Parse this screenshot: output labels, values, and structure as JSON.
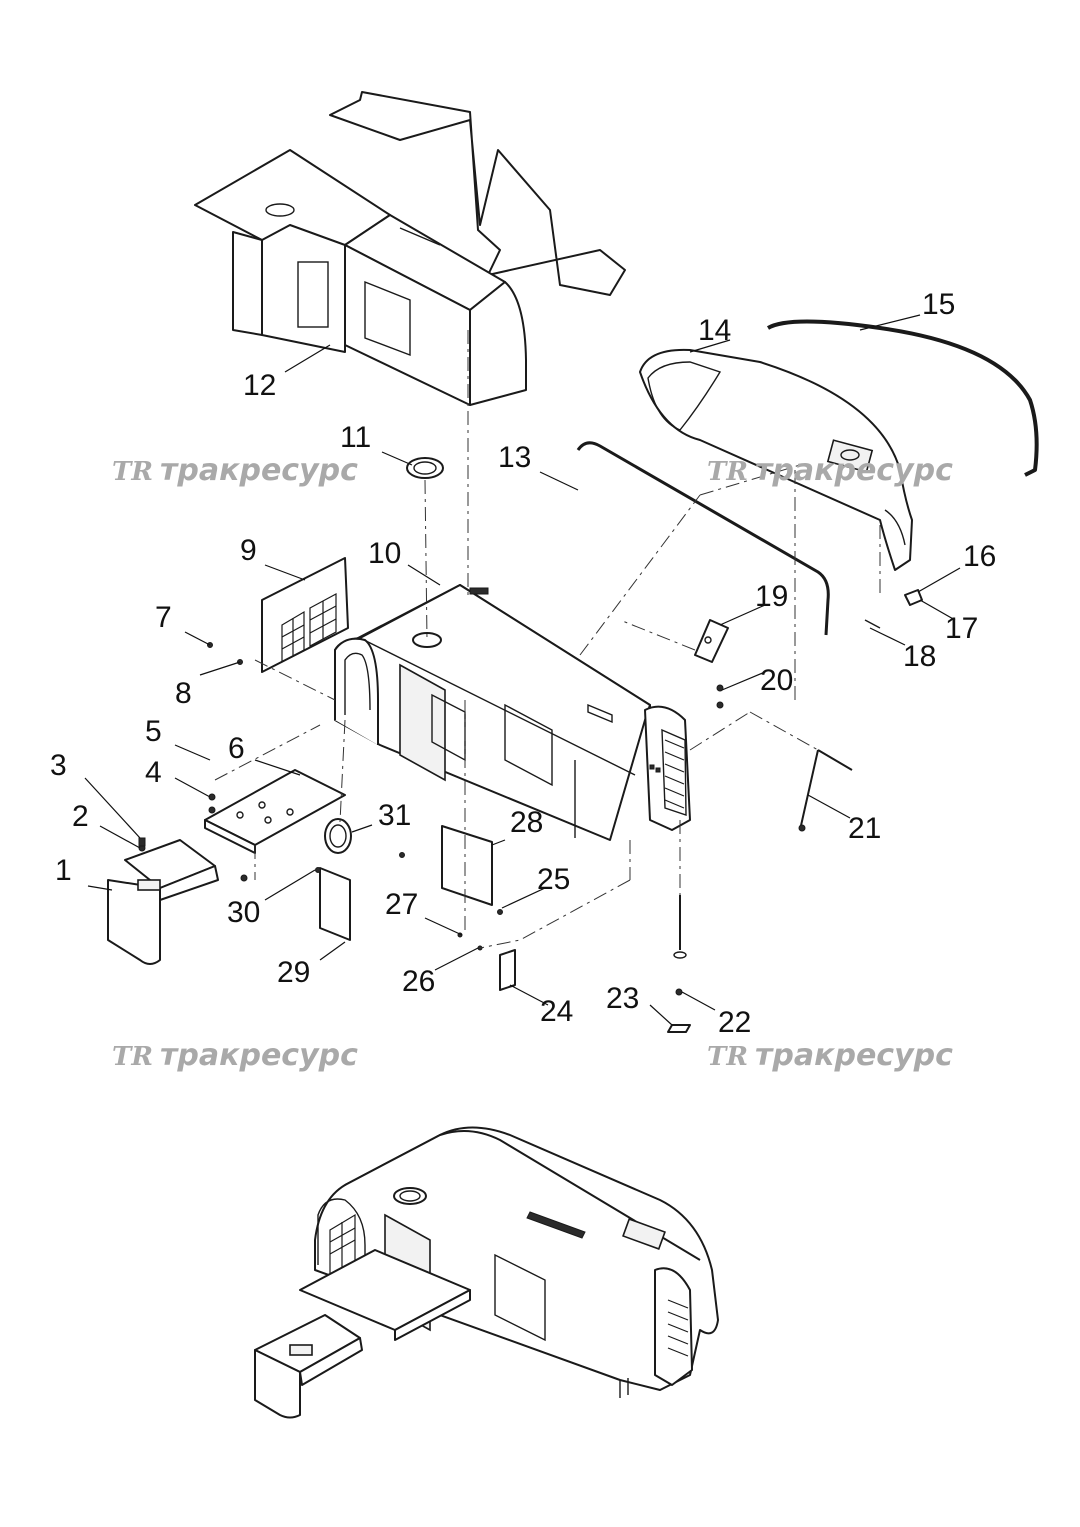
{
  "watermark": {
    "brand_text": "трaкресурс",
    "logo_text": "TR"
  },
  "callouts": [
    "1",
    "2",
    "3",
    "4",
    "5",
    "6",
    "7",
    "8",
    "9",
    "10",
    "11",
    "12",
    "13",
    "14",
    "15",
    "16",
    "17",
    "18",
    "19",
    "20",
    "21",
    "22",
    "23",
    "24",
    "25",
    "26",
    "27",
    "28",
    "29",
    "30",
    "31"
  ]
}
